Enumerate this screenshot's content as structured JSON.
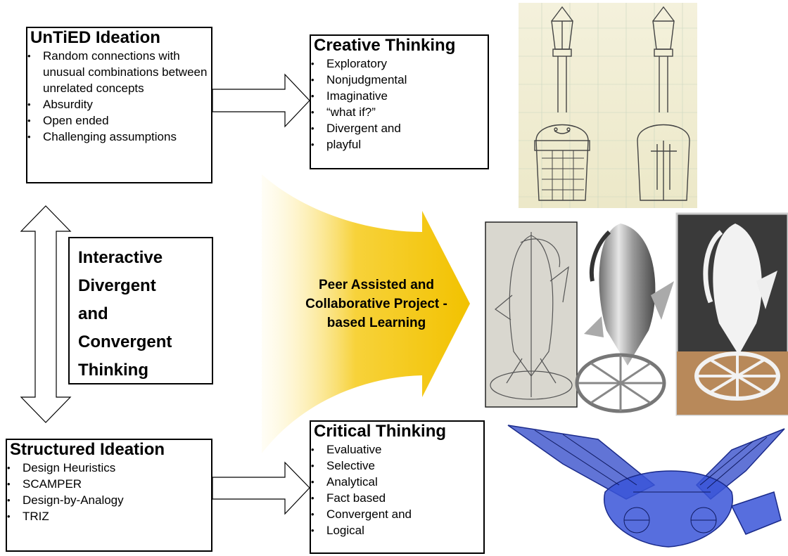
{
  "untied": {
    "title": "UnTiED Ideation",
    "items": [
      "Random connections with unusual combinations between unrelated concepts",
      "Absurdity",
      "Open ended",
      "Challenging assumptions"
    ]
  },
  "creative": {
    "title": "Creative Thinking",
    "items": [
      "Exploratory",
      "Nonjudgmental",
      "Imaginative",
      "“what if?”",
      "Divergent and",
      "playful"
    ]
  },
  "interactive": {
    "lines": [
      "Interactive",
      "Divergent",
      "and",
      "Convergent",
      "Thinking"
    ]
  },
  "center": {
    "lines": [
      "Peer Assisted and",
      "Collaborative Project -",
      "based  Learning"
    ]
  },
  "structured": {
    "title": "Structured Ideation",
    "items": [
      "Design Heuristics",
      "SCAMPER",
      "Design-by-Analogy",
      "TRIZ"
    ]
  },
  "critical": {
    "title": "Critical Thinking",
    "items": [
      "Evaluative",
      "Selective",
      "Analytical",
      "Fact based",
      "Convergent and",
      "Logical"
    ]
  },
  "colors": {
    "arrow_yellow": "#f5c400",
    "robot_blue": "#2c46c8"
  }
}
